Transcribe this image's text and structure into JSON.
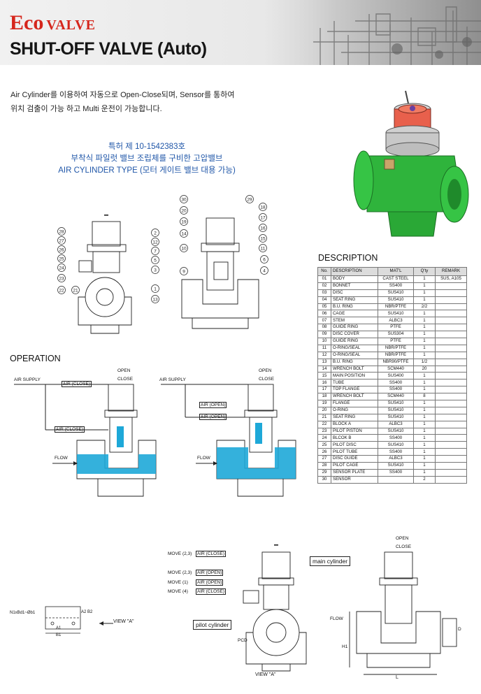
{
  "header": {
    "brand_eco": "Eco",
    "brand_valve": "VALVE",
    "title": "SHUT-OFF VALVE (Auto)"
  },
  "intro": {
    "line1": "Air Cylinder를 이용하여 자동으로 Open-Close되며, Sensor를 통하여",
    "line2": "위치 검출이 가능 하고 Multi 운전이 가능합니다."
  },
  "patent": {
    "line1": "특허 제 10-1542383호",
    "line2": "부착식 파일럿 밸브 조립체를 구비한 고압밸브",
    "line3": "AIR CYLINDER TYPE (모터 게이트 밸브 대용 가능)"
  },
  "labels": {
    "operation": "OPERATION",
    "description": "DESCRIPTION",
    "open": "OPEN",
    "close": "CLOSE",
    "air_supply": "AIR SUPPLY",
    "air_close": "AIR (CLOSE)",
    "air_open": "AIR (OPEN)",
    "flow": "FLOW",
    "move_23_close": "MOVE (2,3)",
    "move_23_open": "MOVE (2,3)",
    "move_1": "MOVE (1)",
    "move_4": "MOVE (4)",
    "main_cylinder": "main cylinder",
    "pilot_cylinder": "pilot cylinder",
    "view_a": "VIEW \"A\"",
    "view_a2": "VIEW \"A\"",
    "pcd": "PCD",
    "dim_n": "N1xBd1~Øb1",
    "dim_a1": "A1",
    "dim_b1": "B1",
    "dim_a2": "A2",
    "dim_b2": "B2",
    "dim_h1": "H1",
    "dim_l": "L",
    "dim_d": "D"
  },
  "callouts_left": [
    "28",
    "27",
    "26",
    "25",
    "24",
    "23",
    "22",
    "21",
    "2",
    "12",
    "7",
    "5",
    "3"
  ],
  "callouts_right": [
    "30",
    "20",
    "19",
    "14",
    "10",
    "9",
    "1",
    "13",
    "29",
    "18",
    "17",
    "16",
    "15",
    "11",
    "6",
    "4"
  ],
  "table": {
    "headers": [
      "No.",
      "DESCRIPTION",
      "MAT'L",
      "Q'ty",
      "REMARK"
    ],
    "rows": [
      [
        "01",
        "BODY",
        "CAST STEEL",
        "1",
        "SUS, A105"
      ],
      [
        "02",
        "BONNET",
        "SS400",
        "1",
        ""
      ],
      [
        "03",
        "DISC",
        "SUS410",
        "1",
        ""
      ],
      [
        "04",
        "SEAT RING",
        "SUS410",
        "1",
        ""
      ],
      [
        "05",
        "B.U. RING",
        "NBR/PTFE",
        "2/2",
        ""
      ],
      [
        "06",
        "CAGE",
        "SUS410",
        "1",
        ""
      ],
      [
        "07",
        "STEM",
        "ALBC3",
        "1",
        ""
      ],
      [
        "08",
        "GUIDE RING",
        "PTFE",
        "1",
        ""
      ],
      [
        "09",
        "DISC COVER",
        "SUS304",
        "1",
        ""
      ],
      [
        "10",
        "GUIDE RING",
        "PTFE",
        "1",
        ""
      ],
      [
        "11",
        "O-RING/SEAL",
        "NBR/PTFE",
        "1",
        ""
      ],
      [
        "12",
        "O-RING/SEAL",
        "NBR/PTFE",
        "1",
        ""
      ],
      [
        "13",
        "B.U. RING",
        "NBR90/PTFE",
        "1/2",
        ""
      ],
      [
        "14",
        "WRENCH BOLT",
        "SCM440",
        "20",
        ""
      ],
      [
        "15",
        "MAIN POSITION",
        "SUS400",
        "1",
        ""
      ],
      [
        "16",
        "TUBE",
        "SS400",
        "1",
        ""
      ],
      [
        "17",
        "TOP FLANGE",
        "SS400",
        "1",
        ""
      ],
      [
        "18",
        "WRENCH BOLT",
        "SCM440",
        "8",
        ""
      ],
      [
        "19",
        "FLANGE",
        "SUS410",
        "1",
        ""
      ],
      [
        "20",
        "O-RING",
        "SUS410",
        "1",
        ""
      ],
      [
        "21",
        "SEAT RING",
        "SUS410",
        "1",
        ""
      ],
      [
        "22",
        "BLOCK A",
        "ALBC3",
        "1",
        ""
      ],
      [
        "23",
        "PILOT PISTON",
        "SUS410",
        "1",
        ""
      ],
      [
        "24",
        "BLCOK B",
        "SS400",
        "1",
        ""
      ],
      [
        "25",
        "PILOT DISC",
        "SUS410",
        "1",
        ""
      ],
      [
        "26",
        "PILOT TUBE",
        "SS400",
        "1",
        ""
      ],
      [
        "27",
        "DISC GUIDE",
        "ALBC3",
        "1",
        ""
      ],
      [
        "28",
        "PILOT CAGE",
        "SUS410",
        "1",
        ""
      ],
      [
        "29",
        "SENSOR PLATE",
        "SS400",
        "1",
        ""
      ],
      [
        "30",
        "SENSOR",
        "",
        "2",
        ""
      ]
    ]
  },
  "colors": {
    "brand_red": "#d5261c",
    "patent_blue": "#1f56a8",
    "flow_cyan": "#1ea8d8",
    "valve_green": "#2fb43c"
  }
}
